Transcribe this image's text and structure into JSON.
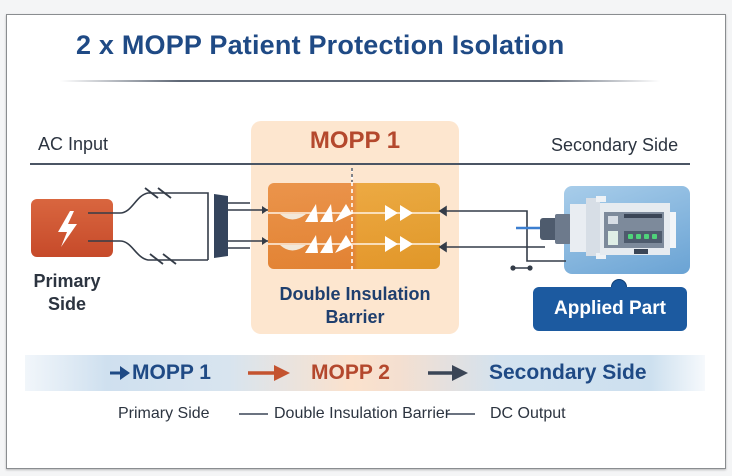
{
  "title": "2 x MOPP Patient Protection Isolation",
  "labels": {
    "ac_input": "AC Input",
    "secondary_side": "Secondary Side",
    "primary_side_line1": "Primary",
    "primary_side_line2": "Side"
  },
  "mopp_block": {
    "title": "MOPP 1",
    "caption_line1": "Double Insulation",
    "caption_line2": "Barrier"
  },
  "applied_part": {
    "label": "Applied Part",
    "status_led_count": 4
  },
  "flow": [
    {
      "label": "MOPP 1",
      "color": "#1f4a85"
    },
    {
      "label": "MOPP 2",
      "color": "#b4482d"
    },
    {
      "label": "Secondary Side",
      "color": "#1f4a85"
    }
  ],
  "flow_arrows": [
    {
      "color": "#1f4a85"
    },
    {
      "color": "#c4532f"
    },
    {
      "color": "#3a4556"
    }
  ],
  "legend": [
    "Primary Side",
    "Double Insulation Barrier",
    "DC Output"
  ],
  "colors": {
    "title": "#1f4a85",
    "mopp_accent": "#b4482d",
    "barrier_left": "#e98b3c",
    "barrier_right": "#e6a12e",
    "panel": "#fde6cf",
    "applied_part": "#1c5aa0",
    "power_source": "#d0572f"
  },
  "icons": {
    "power_source": "lightning-bolt-icon",
    "connector": "plug-connector-icon",
    "device": "medical-device-icon",
    "isolation": "isolation-symbol-icon"
  }
}
